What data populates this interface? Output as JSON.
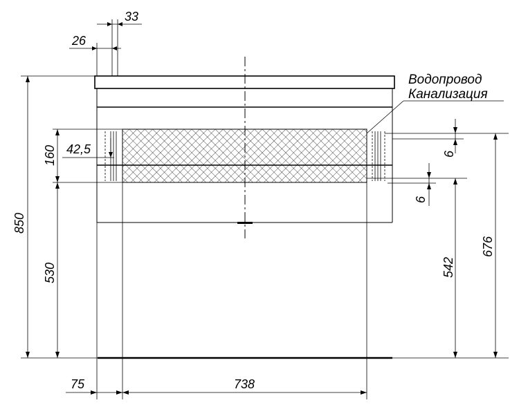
{
  "labels": {
    "water": "Водопровод",
    "sewer": "Канализация"
  },
  "dimensions": {
    "d33": "33",
    "d26": "26",
    "d160": "160",
    "d42_5": "42,5",
    "d850": "850",
    "d530": "530",
    "d6_upper": "6",
    "d6_lower": "6",
    "d542": "542",
    "d676": "676",
    "d75": "75",
    "d738": "738"
  },
  "colors": {
    "line": "#000000",
    "background": "#ffffff"
  }
}
